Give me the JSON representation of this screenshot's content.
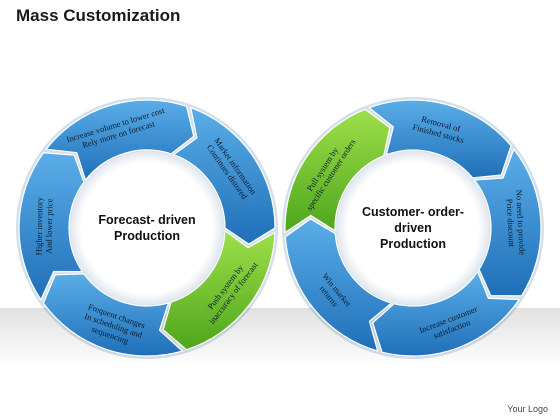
{
  "title": "Mass Customization",
  "logo": "Your Logo",
  "left_cycle": {
    "center_lines": [
      "Forecast- driven",
      "Production"
    ],
    "segments": [
      {
        "lines": [
          "Market information",
          "Continues distored"
        ]
      },
      {
        "lines": [
          "Push system by",
          "inaccuracy of forecast"
        ]
      },
      {
        "lines": [
          "Frequent changes",
          "In scheduling and",
          "sequencing"
        ]
      },
      {
        "lines": [
          "Higher inventory",
          "And lower price"
        ]
      },
      {
        "lines": [
          "Increase volume to lower cost",
          "Rely more on forecast"
        ]
      }
    ]
  },
  "right_cycle": {
    "center_lines": [
      "Customer- order-",
      "driven",
      "Production"
    ],
    "segments": [
      {
        "lines": [
          "Removal of",
          "Finished stocks"
        ]
      },
      {
        "lines": [
          "No need to provide",
          "Price discount"
        ]
      },
      {
        "lines": [
          "Increase customer",
          "satisfaction"
        ]
      },
      {
        "lines": [
          "Win market",
          "returns"
        ]
      },
      {
        "lines": [
          "Pull system by",
          "specific customer orders"
        ]
      }
    ]
  },
  "colors": {
    "blue_light": "#5aaee8",
    "blue_dark": "#1f6fb8",
    "green_light": "#9ee04a",
    "green_dark": "#4ea51c",
    "text": "#0d1b2a"
  }
}
